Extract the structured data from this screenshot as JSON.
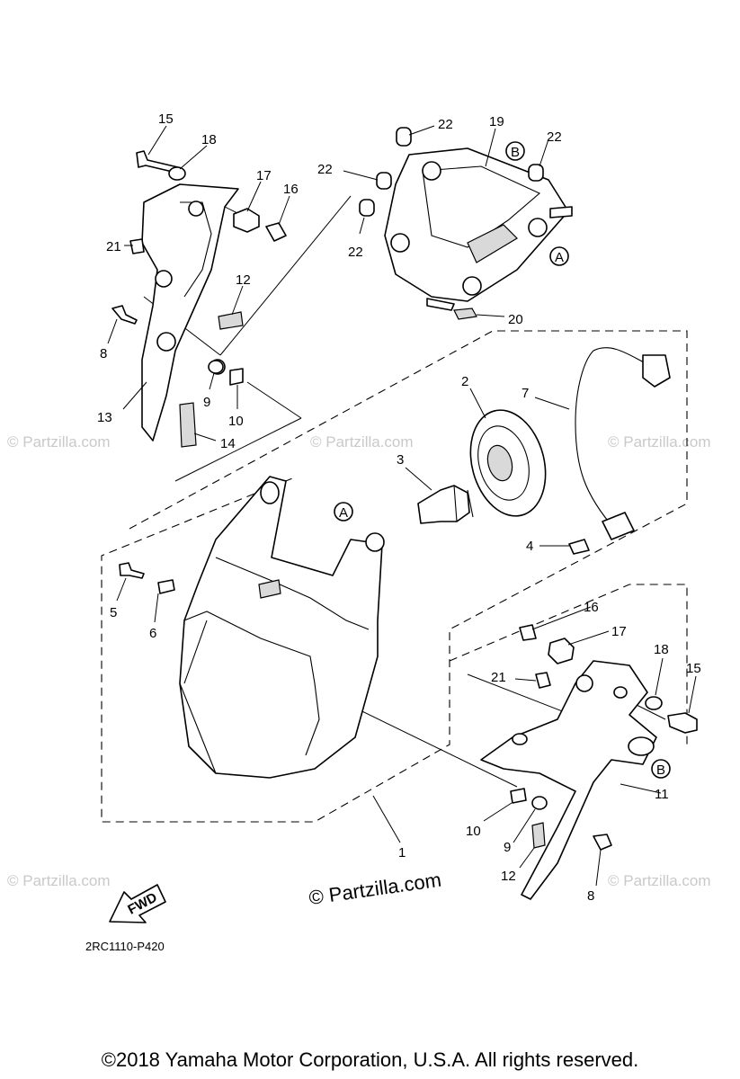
{
  "diagram": {
    "code": "2RC1110-P420",
    "fwd_label": "FWD",
    "watermark_main": "© Partzilla.com",
    "watermark_faint": "© Partzilla.com",
    "copyright": "©2018  Yamaha Motor Corporation, U.S.A. All rights reserved.",
    "letters": {
      "a": "A",
      "b": "B"
    },
    "callouts": {
      "c1": "1",
      "c2": "2",
      "c3": "3",
      "c4": "4",
      "c5": "5",
      "c6": "6",
      "c7": "7",
      "c8_left": "8",
      "c8_right": "8",
      "c9_left": "9",
      "c9_right": "9",
      "c10_left": "10",
      "c10_right": "10",
      "c11": "11",
      "c12_left": "12",
      "c12_right": "12",
      "c13": "13",
      "c14": "14",
      "c15_left": "15",
      "c15_right": "15",
      "c16_left": "16",
      "c16_right": "16",
      "c17_left": "17",
      "c17_right": "17",
      "c18_left": "18",
      "c18_right": "18",
      "c19": "19",
      "c20": "20",
      "c21_left": "21",
      "c21_right": "21",
      "c22_a": "22",
      "c22_b": "22",
      "c22_c": "22",
      "c22_d": "22"
    }
  }
}
